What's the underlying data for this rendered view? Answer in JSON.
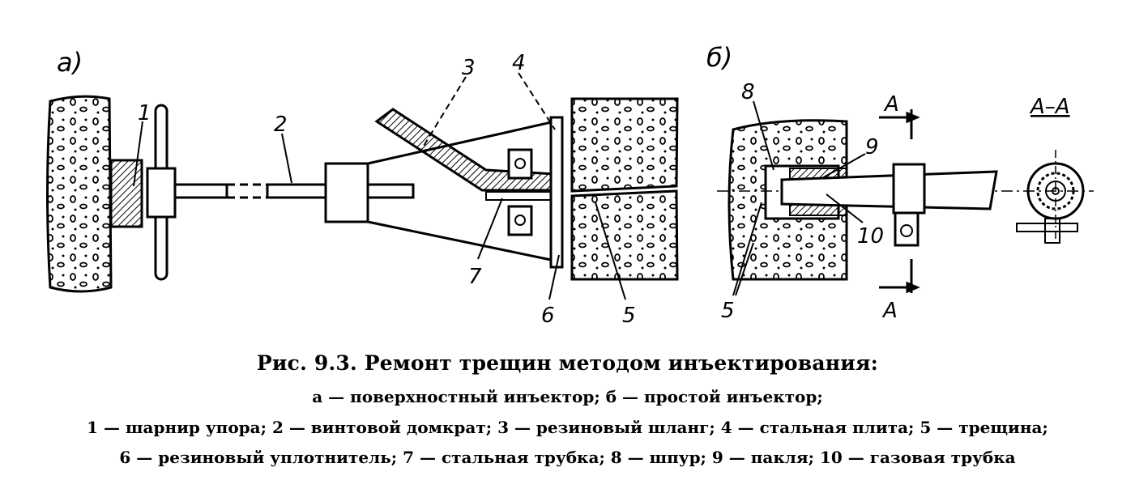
{
  "figure": {
    "part_a_label": "а)",
    "part_b_label": "б)",
    "callouts_a": [
      "1",
      "2",
      "3",
      "4",
      "5",
      "6",
      "7"
    ],
    "callouts_b": [
      "8",
      "9",
      "10",
      "5"
    ],
    "section_marks": [
      "А",
      "А"
    ],
    "section_title": "А–А"
  },
  "caption": {
    "title": "Рис. 9.3. Ремонт трещин методом инъектирования:",
    "line1": "а — поверхностный инъектор; б — простой инъектор;",
    "line2": "1 — шарнир упора; 2 — винтовой домкрат; 3 — резиновый шланг; 4 — стальная плита; 5 — трещина;",
    "line3": "6 — резиновый уплотнитель; 7 — стальная трубка; 8 — шпур; 9 — пакля; 10 — газовая трубка"
  }
}
